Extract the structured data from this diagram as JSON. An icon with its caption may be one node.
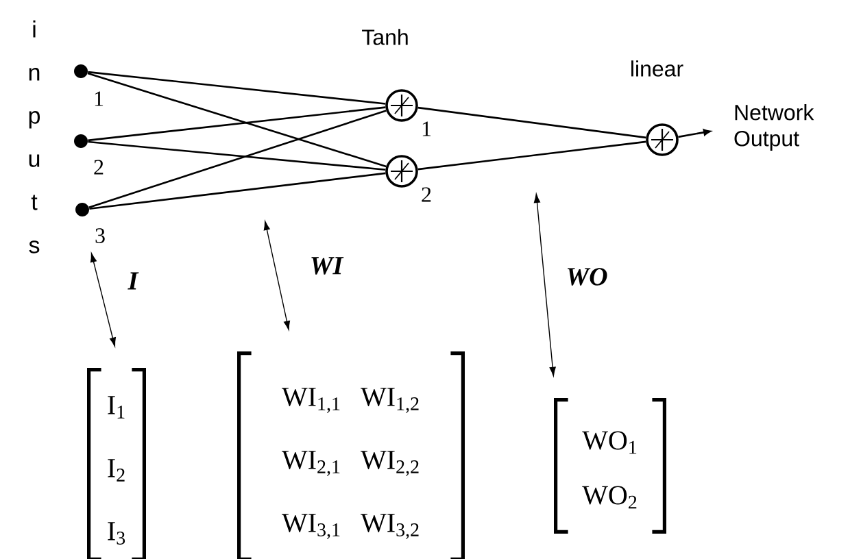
{
  "diagram": {
    "nodes": [
      {
        "text": [],
        "shape": "circle",
        "beside": [
          "1"
        ]
      },
      {
        "text": [],
        "shape": "circle",
        "beside": [
          "2"
        ]
      },
      {
        "text": [],
        "shape": "circle",
        "beside": [
          "3"
        ]
      },
      {
        "text": [],
        "shape": "circle",
        "beside": [
          "1"
        ]
      },
      {
        "text": [],
        "shape": "circle",
        "beside": [
          "2"
        ]
      },
      {
        "text": [],
        "shape": "circle",
        "beside": [
          "linear"
        ]
      },
      {
        "text": [
          "Network Output"
        ]
      },
      {
        "text": [
          "I$_{1}$",
          "I$_{2}$",
          "I$_{3}$"
        ]
      },
      {
        "text": [
          "WI$_{1,1}$",
          "WI$_{1,2}$",
          "WI$_{2,1}$",
          "WI$_{2,2}$",
          "WI$_{3,1}$",
          "WI$_{3,2}$"
        ]
      },
      {
        "text": [
          "WO$_{1}$",
          "WO$_{2}$"
        ]
      }
    ],
    "edges": [
      {
        "from": 0,
        "to": 3,
        "arrow": "none"
      },
      {
        "from": 0,
        "to": 4,
        "arrow": "none"
      },
      {
        "from": 1,
        "to": 3,
        "arrow": "none"
      },
      {
        "from": 1,
        "to": 4,
        "arrow": "none"
      },
      {
        "from": 2,
        "to": 3,
        "arrow": "none"
      },
      {
        "from": 2,
        "to": 4,
        "arrow": "none"
      },
      {
        "from": 3,
        "to": 5,
        "arrow": "none"
      },
      {
        "from": 4,
        "to": 5,
        "arrow": "none"
      },
      {
        "from": 5,
        "to": 6,
        "arrow": "to"
      },
      {
        "from": 2,
        "to": 7,
        "arrow": "both",
        "label": "I"
      },
      {
        "from": null,
        "to": 8,
        "arrow": "both",
        "label": "WI"
      },
      {
        "from": null,
        "to": 9,
        "arrow": "both",
        "label": "WO"
      }
    ],
    "labels": [
      "inputs",
      "Tanh"
    ]
  }
}
